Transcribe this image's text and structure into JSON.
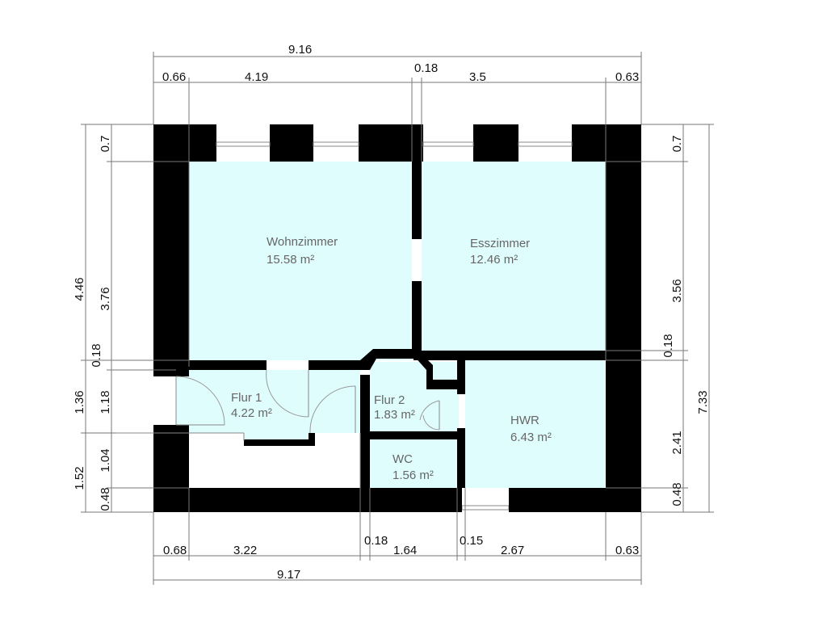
{
  "colors": {
    "floor": "#e0fdfe",
    "wall": "#000000",
    "dimension_line": "#777777"
  },
  "rooms": [
    {
      "name": "Wohnzimmer",
      "area": "15.58 m²"
    },
    {
      "name": "Esszimmer",
      "area": "12.46 m²"
    },
    {
      "name": "Flur 1",
      "area": "4.22 m²"
    },
    {
      "name": "Flur 2",
      "area": "1.83 m²"
    },
    {
      "name": "HWR",
      "area": "6.43 m²"
    },
    {
      "name": "WC",
      "area": "1.56 m²"
    }
  ],
  "dimensions": {
    "top_total": "9.16",
    "top_segments": [
      "0.66",
      "4.19",
      "0.18",
      "3.5",
      "0.63"
    ],
    "bottom_segments": [
      "0.68",
      "3.22",
      "0.18",
      "1.64",
      "0.15",
      "2.67",
      "0.63"
    ],
    "bottom_total": "9.17",
    "left_outer": [
      "4.46",
      "1.36",
      "1.52"
    ],
    "left_inner": [
      "0.7",
      "3.76",
      "0.18",
      "1.18",
      "1.04",
      "0.48"
    ],
    "right_inner": [
      "0.7",
      "3.56",
      "0.18",
      "2.41",
      "0.48"
    ],
    "right_total": "7.33"
  }
}
